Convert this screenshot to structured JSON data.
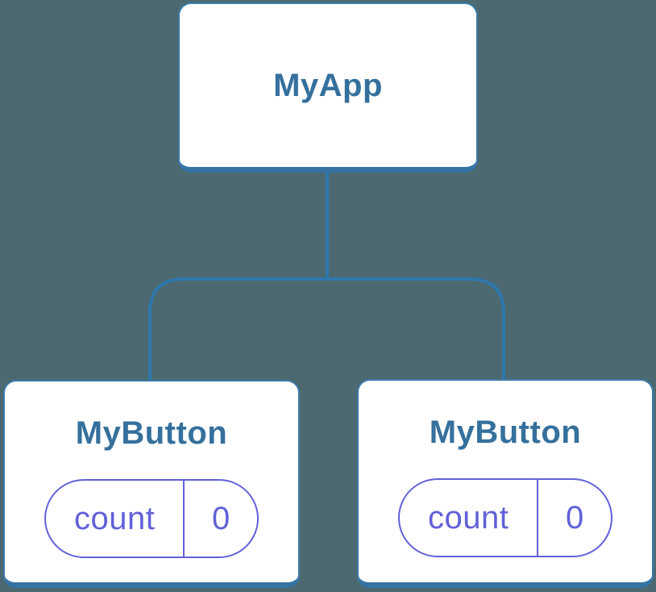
{
  "colors": {
    "background": "#4C6971",
    "node_fill": "#FFFFFF",
    "node_border": "#3B7AAA",
    "node_border_bottom": "#3573A5",
    "node_label_text": "#35709D",
    "connector_line": "#2E77AE",
    "state_accent": "#6161DA"
  },
  "tree": {
    "root": {
      "label": "MyApp"
    },
    "children": [
      {
        "label": "MyButton",
        "state": {
          "name": "count",
          "value": "0"
        }
      },
      {
        "label": "MyButton",
        "state": {
          "name": "count",
          "value": "0"
        }
      }
    ]
  }
}
